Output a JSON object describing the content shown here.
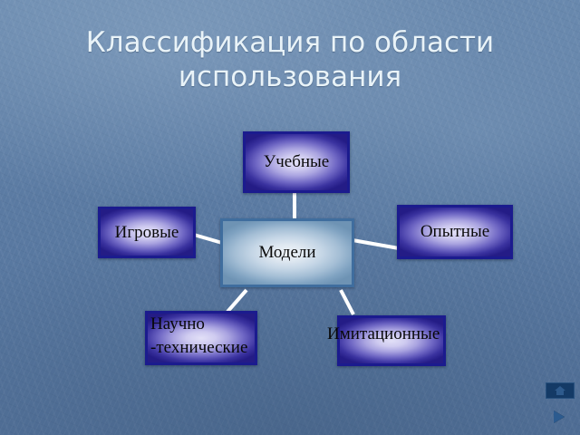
{
  "slide": {
    "title": "Классификация по области использования",
    "background_color": "#5c7ca4",
    "title_color": "#e9f3f8"
  },
  "diagram": {
    "type": "radial-hub-and-spoke",
    "center": {
      "id": "modeli",
      "label": "Модели",
      "fill": "#c5d6e6",
      "border_color": "#3f6d9e"
    },
    "nodes": [
      {
        "id": "uchebnye",
        "label": "Учебные",
        "fill": "#6f67c4",
        "border_color": "#1b1b8e"
      },
      {
        "id": "igrovye",
        "label": "Игровые",
        "fill": "#6f67c4",
        "border_color": "#1b1b8e"
      },
      {
        "id": "opytnye",
        "label": "Опытные",
        "fill": "#6f67c4",
        "border_color": "#1b1b8e"
      },
      {
        "id": "nauchno",
        "label": "Научно\n-технические",
        "fill": "#6f67c4",
        "border_color": "#1b1b8e"
      },
      {
        "id": "imitats",
        "label": "Имитационные",
        "fill": "#6f67c4",
        "border_color": "#1b1b8e"
      }
    ],
    "connector_color": "#ffffff",
    "edges": [
      {
        "from": "modeli",
        "to": "uchebnye"
      },
      {
        "from": "modeli",
        "to": "igrovye"
      },
      {
        "from": "modeli",
        "to": "opytnye"
      },
      {
        "from": "modeli",
        "to": "nauchno"
      },
      {
        "from": "modeli",
        "to": "imitats"
      }
    ]
  },
  "controls": {
    "home_icon": "home-icon",
    "next_icon": "play-triangle-icon"
  }
}
